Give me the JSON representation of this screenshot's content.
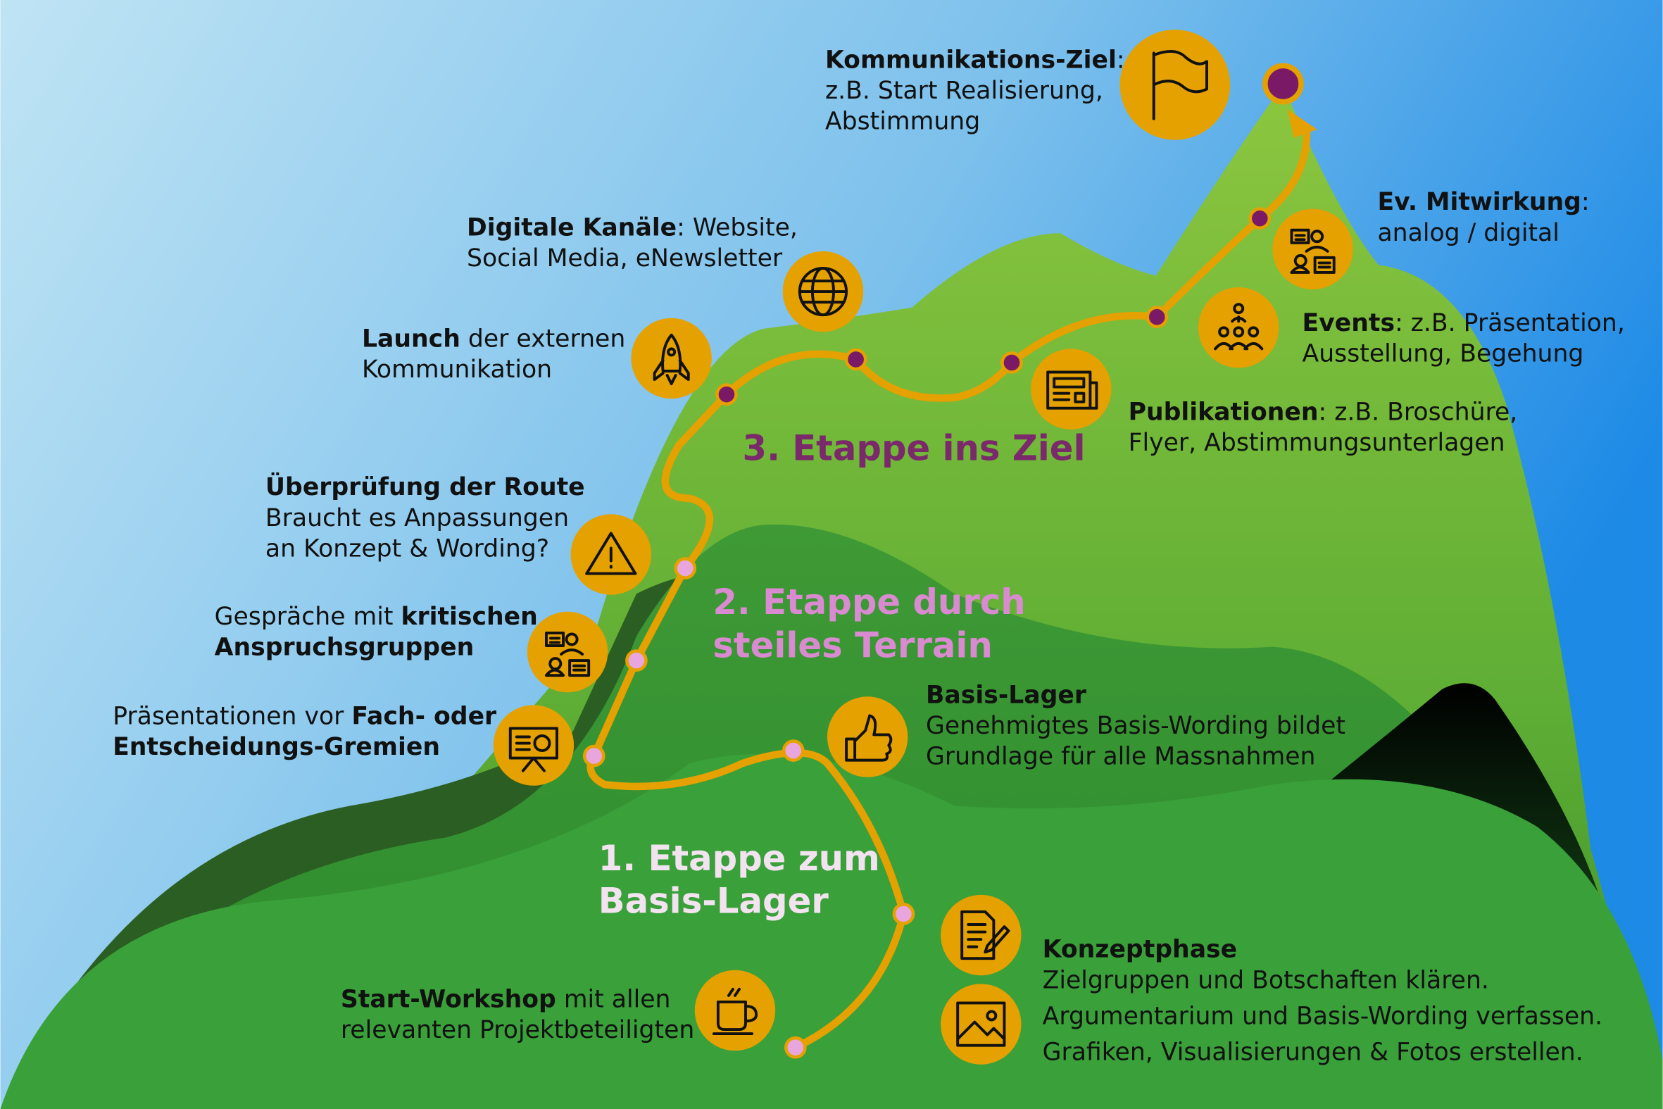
{
  "colors": {
    "route": "#e5a100",
    "icon_bg": "#e5a100",
    "stage1": "#f3e3f0",
    "stage2": "#d98ad0",
    "stage3": "#7a2a6a",
    "dot_purple": "#7a1a66",
    "dot_pink": "#e9a6de"
  },
  "goal": {
    "title": "Kommunikations-Ziel",
    "colon": ":",
    "line1": "z.B. Start Realisierung,",
    "line2": "Abstimmung",
    "icon": "flag-icon"
  },
  "digital": {
    "title": "Digitale Kanäle",
    "rest": ": Website,",
    "line2": "Social Media, eNewsletter",
    "icon": "globe-icon"
  },
  "launch": {
    "title": "Launch",
    "rest": " der externen",
    "line2": "Kommunikation",
    "icon": "rocket-icon"
  },
  "review": {
    "title": "Überprüfung der Route",
    "line1": "Braucht es Anpassungen",
    "line2": "an Konzept & Wording?",
    "icon": "warning-icon"
  },
  "talks": {
    "pre": "Gespräche mit ",
    "bold1": "kritischen",
    "bold2": "Anspruchsgruppen",
    "icon": "group-talk-icon"
  },
  "presentations": {
    "pre": "Präsentationen vor ",
    "bold1": "Fach- oder",
    "bold2": "Entscheidungs-Gremien",
    "icon": "presentation-icon"
  },
  "basecamp": {
    "title": "Basis-Lager",
    "line1": "Genehmigtes Basis-Wording bildet",
    "line2": "Grundlage für alle Massnahmen",
    "icon": "thumbs-up-icon"
  },
  "participation": {
    "title": "Ev. Mitwirkung",
    "colon": ":",
    "line2": "analog / digital",
    "icon": "participation-icon"
  },
  "events": {
    "title": "Events",
    "rest": ": z.B. Präsentation,",
    "line2": "Ausstellung, Begehung",
    "icon": "events-icon"
  },
  "publications": {
    "title": "Publikationen",
    "rest": ": z.B. Broschüre,",
    "line2": "Flyer, Abstimmungsunterlagen",
    "icon": "newspaper-icon"
  },
  "workshop": {
    "title": "Start-Workshop",
    "rest": " mit allen",
    "line2": "relevanten Projektbeteiligten",
    "icon": "coffee-icon"
  },
  "concept": {
    "title": "Konzeptphase",
    "line1": "Zielgruppen und Botschaften klären.",
    "line2": "Argumentarium und Basis-Wording verfassen.",
    "line3": "Grafiken, Visualisierungen & Fotos erstellen.",
    "icons": [
      "document-edit-icon",
      "image-icon"
    ]
  },
  "stages": {
    "s1": {
      "line1": "1. Etappe zum",
      "line2": "Basis-Lager"
    },
    "s2": {
      "line1": "2. Etappe durch",
      "line2": "steiles Terrain"
    },
    "s3": {
      "line1": "3. Etappe ins Ziel"
    }
  }
}
